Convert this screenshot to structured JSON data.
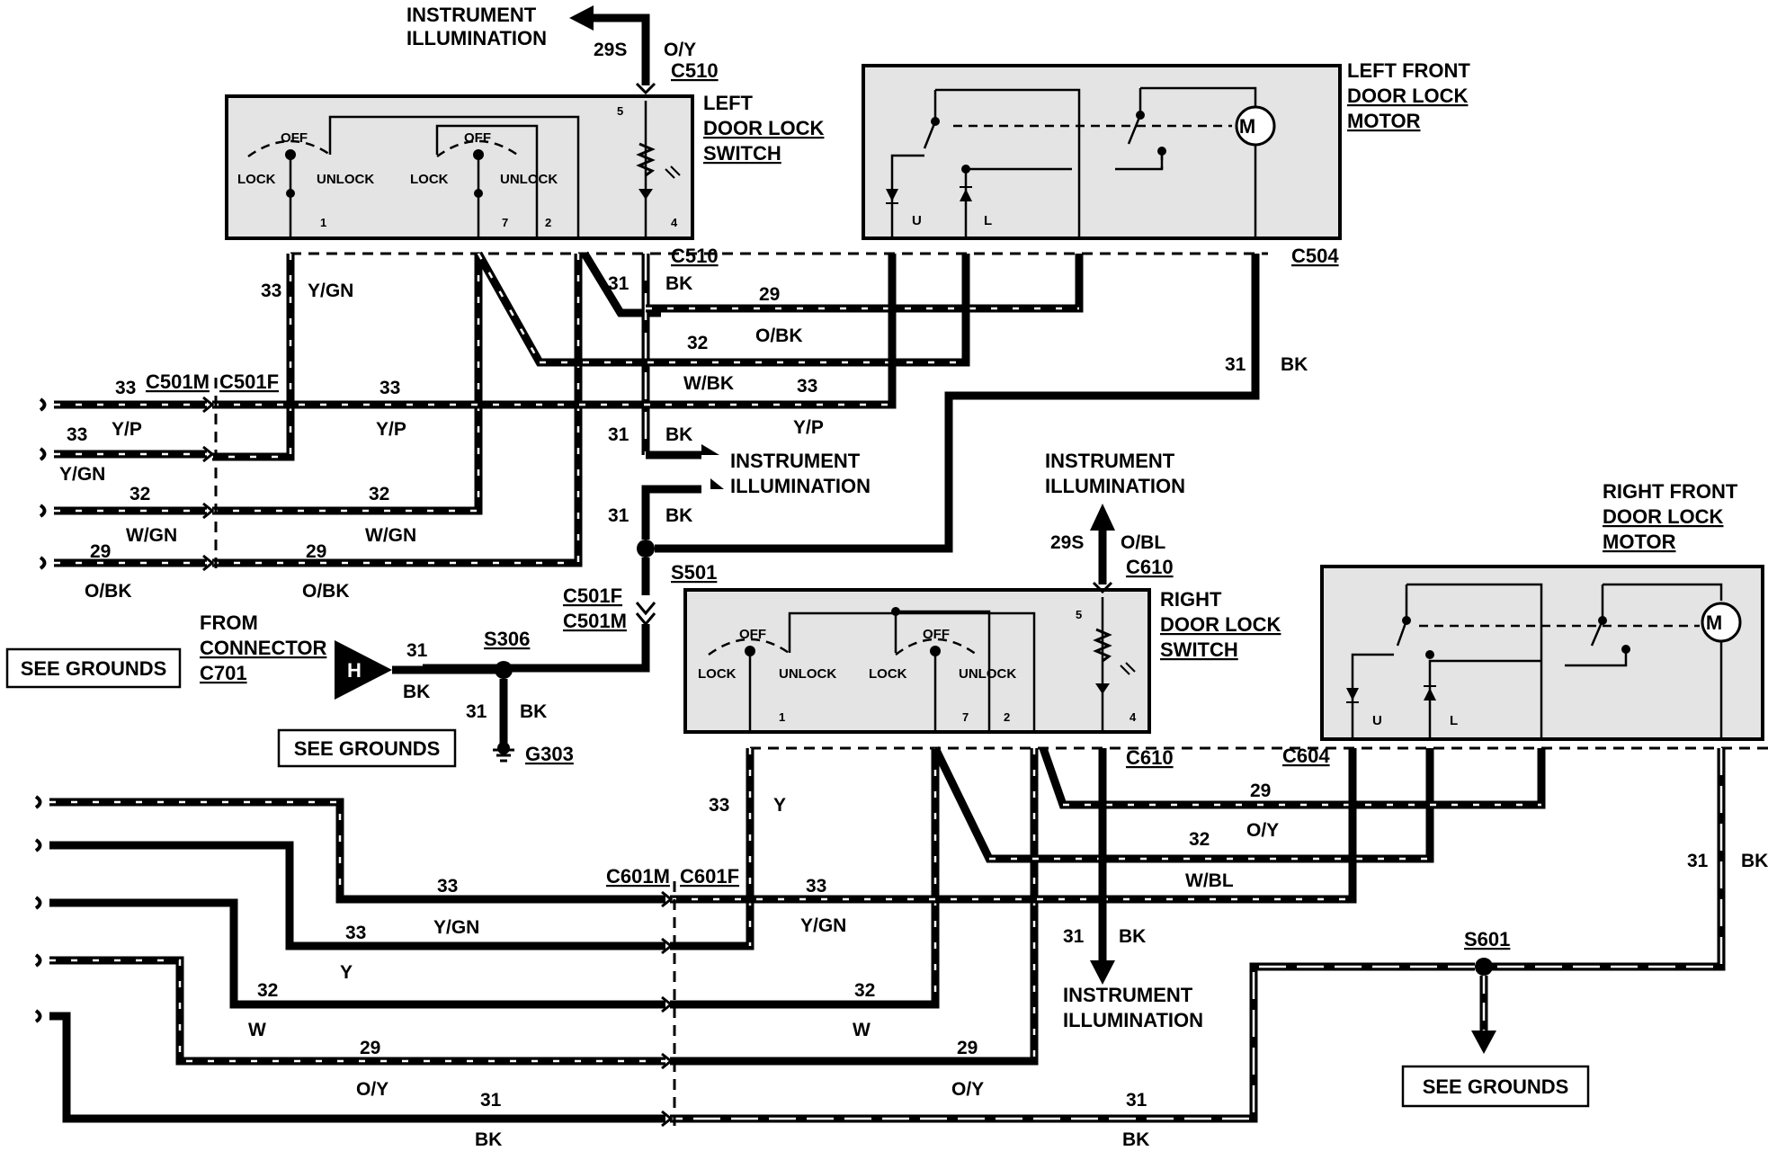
{
  "labels": {
    "instrument_illumination": [
      "INSTRUMENT",
      "ILLUMINATION"
    ],
    "left_switch": [
      "LEFT",
      "DOOR LOCK",
      "SWITCH"
    ],
    "right_switch": [
      "RIGHT",
      "DOOR LOCK",
      "SWITCH"
    ],
    "left_motor": [
      "LEFT FRONT",
      "DOOR LOCK",
      "MOTOR"
    ],
    "right_motor": [
      "RIGHT FRONT",
      "DOOR LOCK",
      "MOTOR"
    ],
    "see_grounds": "SEE GROUNDS",
    "from_connector": [
      "FROM",
      "CONNECTOR",
      "C701"
    ],
    "connector_h": "H"
  },
  "switch_terms": {
    "lock": "LOCK",
    "off": "OFF",
    "unlock": "UNLOCK",
    "pins": [
      "5",
      "1",
      "7",
      "2",
      "4"
    ]
  },
  "motor_terms": {
    "u": "U",
    "l": "L",
    "m": "M"
  },
  "connectors": {
    "c510": "C510",
    "c504": "C504",
    "c501m": "C501M",
    "c501f": "C501F",
    "s501": "S501",
    "s306": "S306",
    "g303": "G303",
    "c610": "C610",
    "c604": "C604",
    "c601m": "C601M",
    "c601f": "C601F",
    "s601": "S601"
  },
  "circuits": {
    "n29s": "29S",
    "oy": "O/Y",
    "obl": "O/BL",
    "n33": "33",
    "ygn": "Y/GN",
    "yp": "Y/P",
    "y": "Y",
    "n31": "31",
    "bk": "BK",
    "n29": "29",
    "obk": "O/BK",
    "n32": "32",
    "wbk": "W/BK",
    "wgn": "W/GN",
    "w": "W",
    "wbl": "W/BL"
  },
  "colors": {
    "wire": "#000000",
    "component_fill": "#e4e4e4",
    "background": "#ffffff"
  }
}
